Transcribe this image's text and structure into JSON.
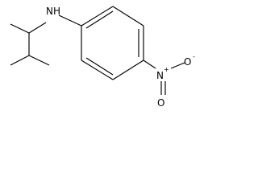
{
  "molecule": {
    "atoms": {
      "amine_nitrogen": "N",
      "amine_hydrogen": "H",
      "nitro_nitrogen": "N",
      "nitro_nitrogen_charge": "+",
      "nitro_oxygen_top": "O",
      "nitro_oxygen_bottom": "O",
      "nitro_oxygen_bottom_charge": "-"
    }
  }
}
